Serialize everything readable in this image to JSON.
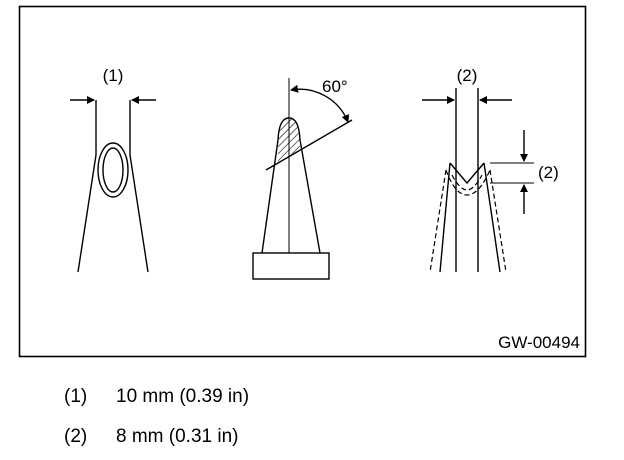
{
  "figure": {
    "label_1": "(1)",
    "label_2_top": "(2)",
    "label_2_side": "(2)",
    "angle": "60°",
    "code": "GW-00494"
  },
  "legend": [
    {
      "num": "(1)",
      "text": "10 mm (0.39 in)"
    },
    {
      "num": "(2)",
      "text": "8 mm (0.31 in)"
    }
  ]
}
